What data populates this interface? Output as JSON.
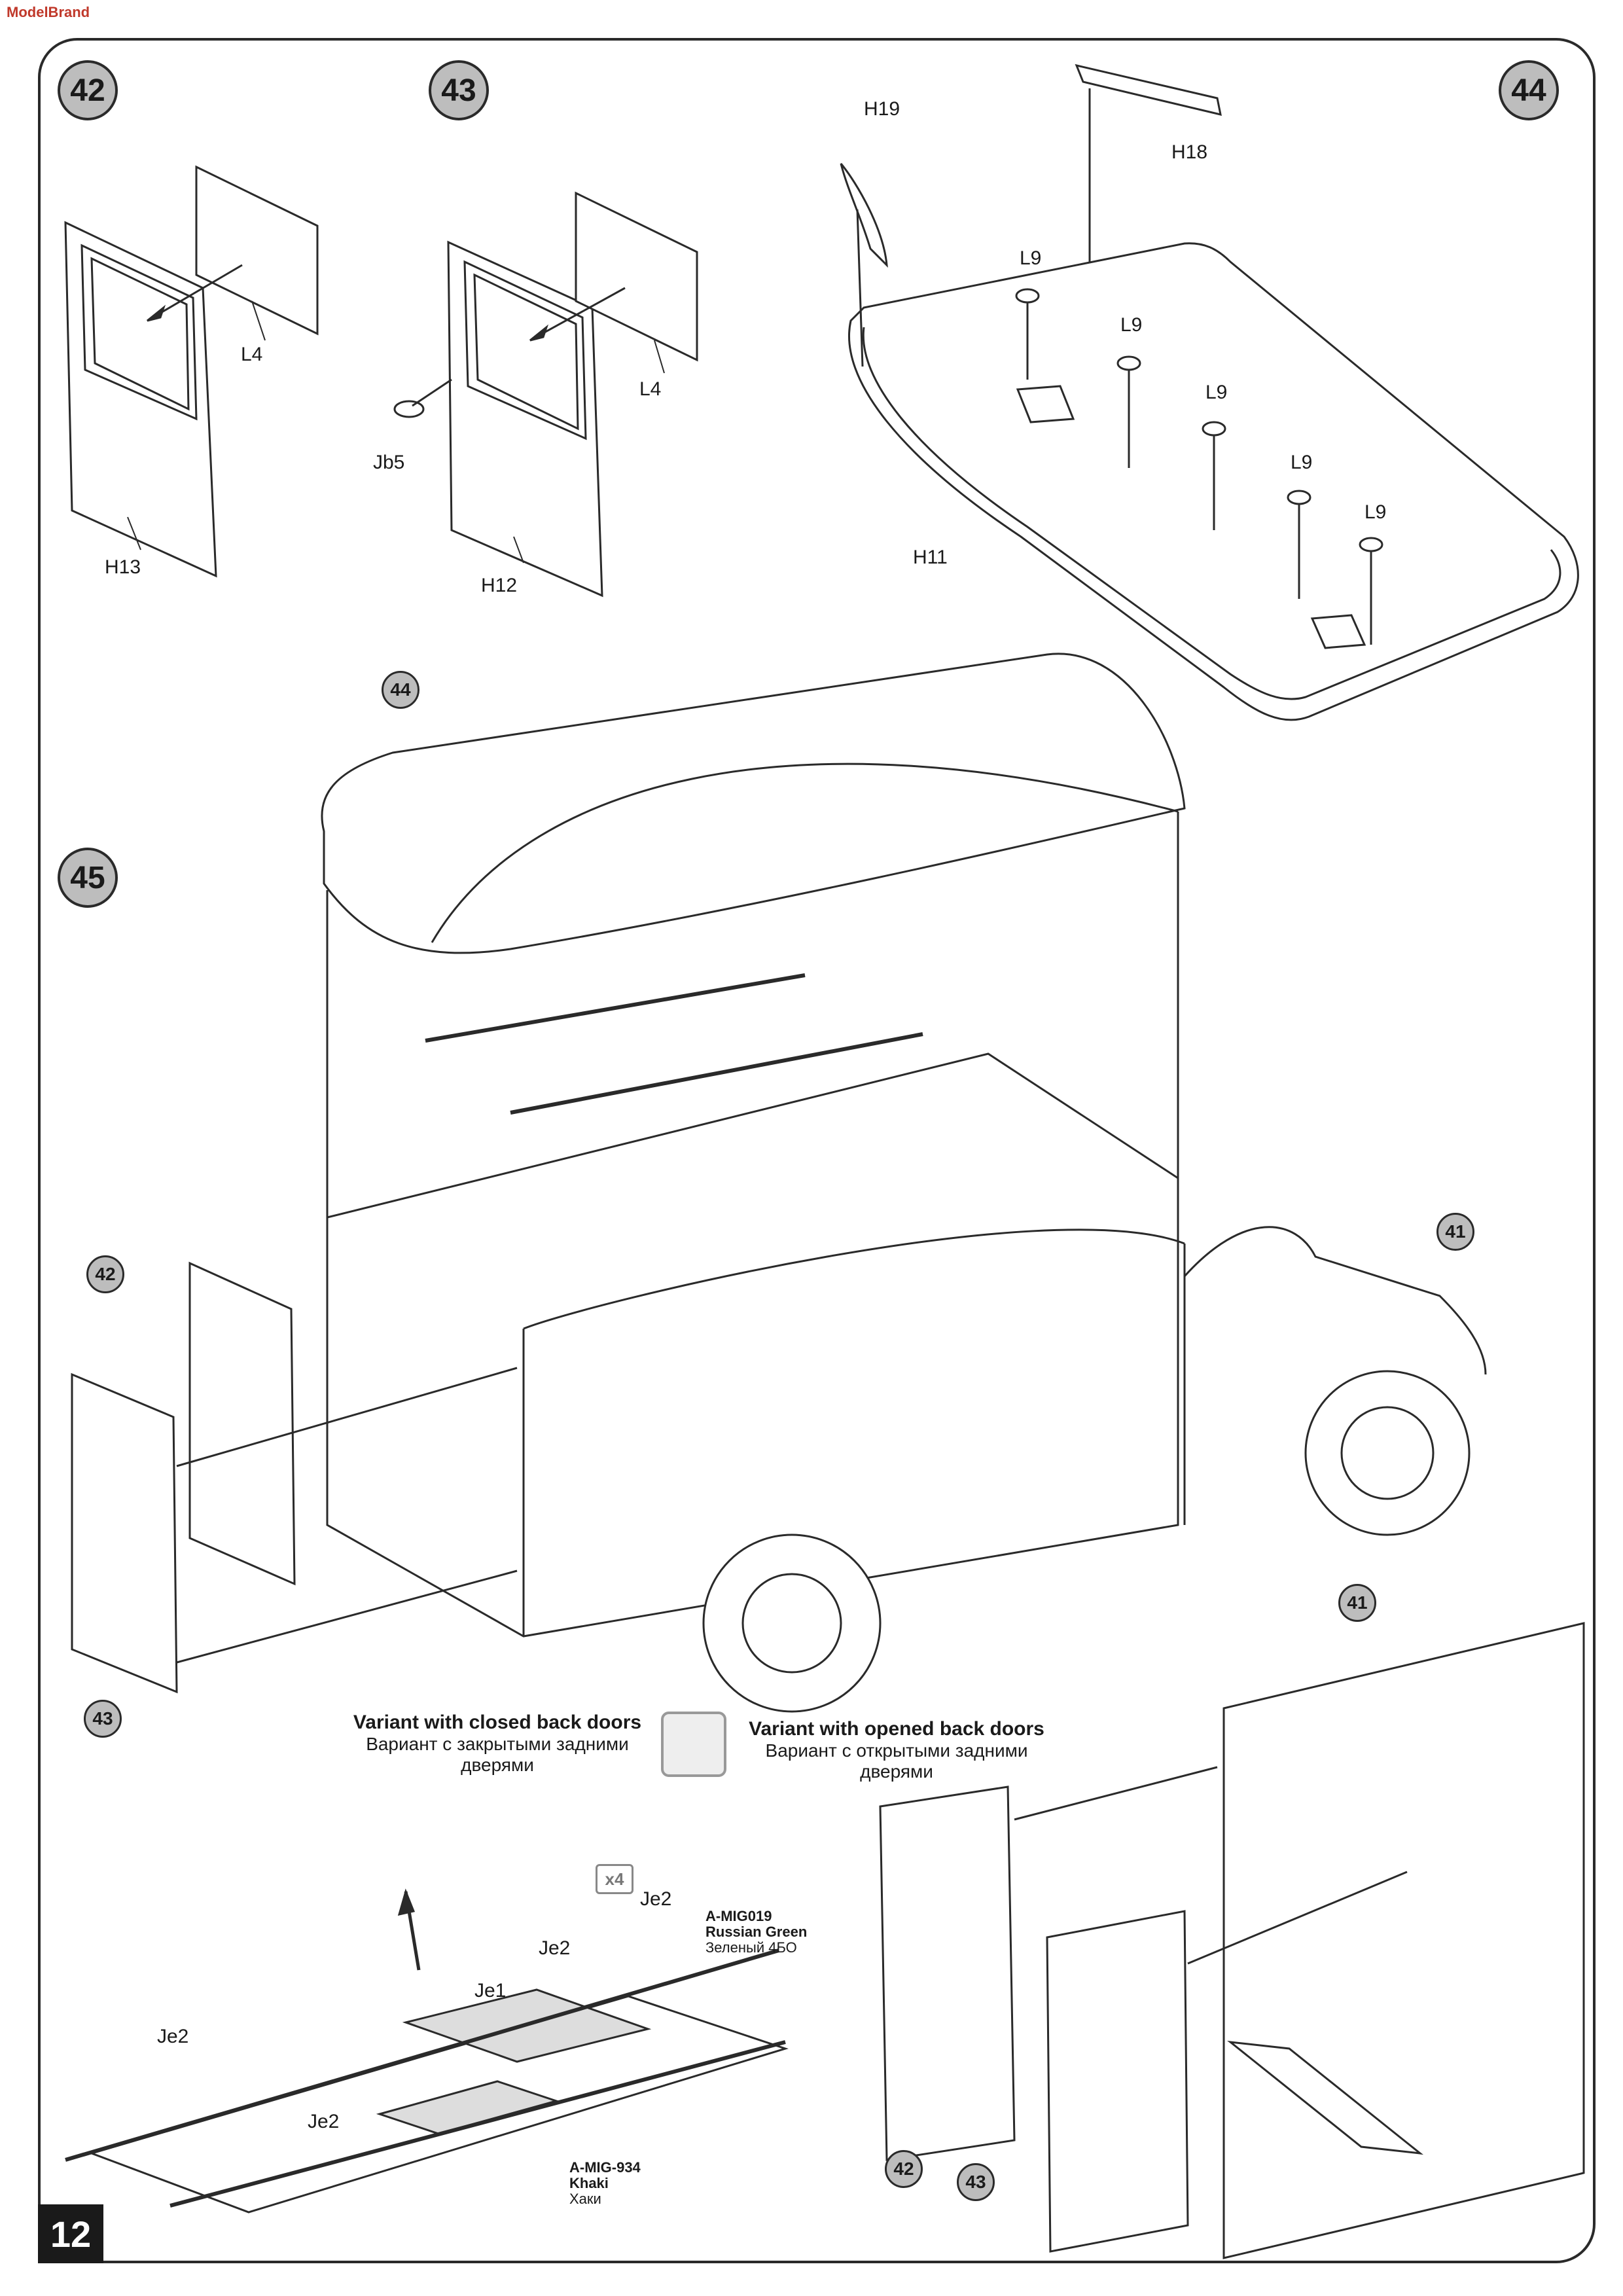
{
  "brand": "ModelBrand",
  "steps": {
    "s42": "42",
    "s43": "43",
    "s44": "44",
    "s45": "45"
  },
  "callouts": {
    "c44": "44",
    "c42a": "42",
    "c43a": "43",
    "c41a": "41",
    "c41b": "41",
    "c42b": "42",
    "c43b": "43"
  },
  "parts": {
    "l4a": "L4",
    "h13": "H13",
    "l4b": "L4",
    "jb5": "Jb5",
    "h12": "H12",
    "h19": "H19",
    "h18": "H18",
    "l9a": "L9",
    "l9b": "L9",
    "l9c": "L9",
    "l9d": "L9",
    "l9e": "L9",
    "h11": "H11",
    "je2a": "Je2",
    "je2b": "Je2",
    "je1": "Je1",
    "je2c": "Je2",
    "je2d": "Je2"
  },
  "variants": {
    "closed_en": "Variant with closed back doors",
    "closed_ru": "Вариант с закрытыми задними дверями",
    "opened_en": "Variant with opened back doors",
    "opened_ru": "Вариант с открытыми задними дверями"
  },
  "paints": {
    "green_code": "A-MIG019",
    "green_name": "Russian Green",
    "green_ru": "Зеленый 4БО",
    "khaki_code": "A-MIG-934",
    "khaki_name": "Khaki",
    "khaki_ru": "Хаки"
  },
  "quantity": "x4",
  "page_number": "12"
}
